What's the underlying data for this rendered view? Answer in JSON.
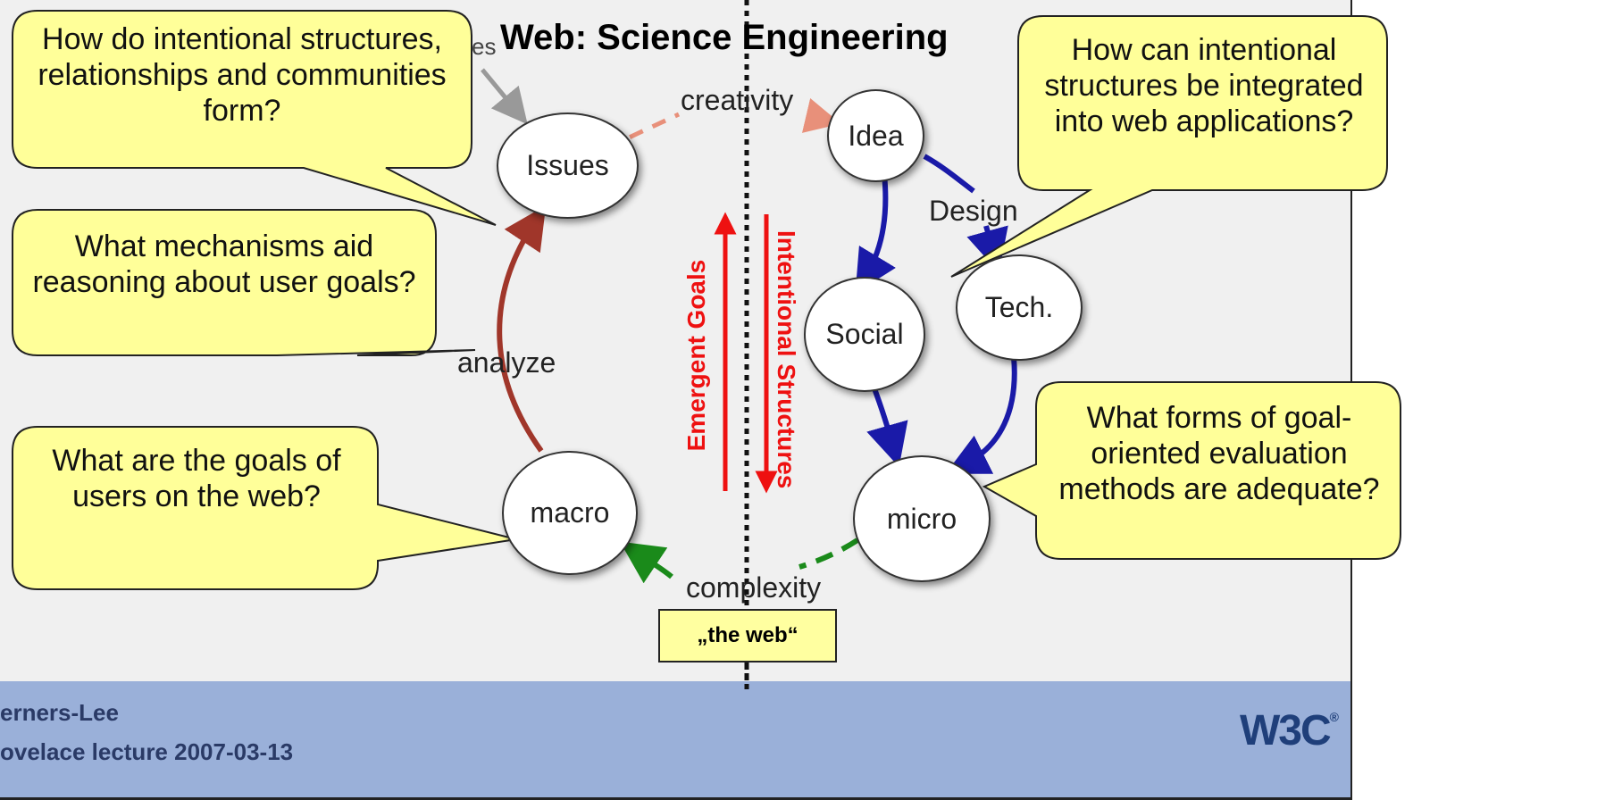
{
  "title": "Web: Science Engineering",
  "title_prefix": "es",
  "footer": {
    "line1": "erners-Lee",
    "line2": "ovelace lecture 2007-03-13",
    "logo": "W3C",
    "logo_mark": "®"
  },
  "nodes": {
    "issues": "Issues",
    "idea": "Idea",
    "social": "Social",
    "tech": "Tech.",
    "macro": "macro",
    "micro": "micro"
  },
  "edge_labels": {
    "creativity": "creativity",
    "design": "Design",
    "analyze": "analyze",
    "complexity": "complexity"
  },
  "arrows": {
    "emergent_goals": "Emergent Goals",
    "intentional_structures": "Intentional Structures"
  },
  "web_box": "„the web“",
  "callouts": [
    "How do intentional structures, relationships and communities form?",
    "What mechanisms aid reasoning about user goals?",
    "What are the goals of users on the web?",
    "How can intentional structures be integrated into web applications?",
    "What forms of goal-oriented evaluation methods are adequate?"
  ],
  "colors": {
    "callout_fill": "#ffff99",
    "analyze_arrow": "#a0362a",
    "design_arrow": "#1a1aa8",
    "complexity_arrow": "#1a8a1a",
    "creativity_arrow": "#e8907a",
    "vertical_arrows": "#ee1111",
    "footer_bar": "#9ab0d9"
  }
}
